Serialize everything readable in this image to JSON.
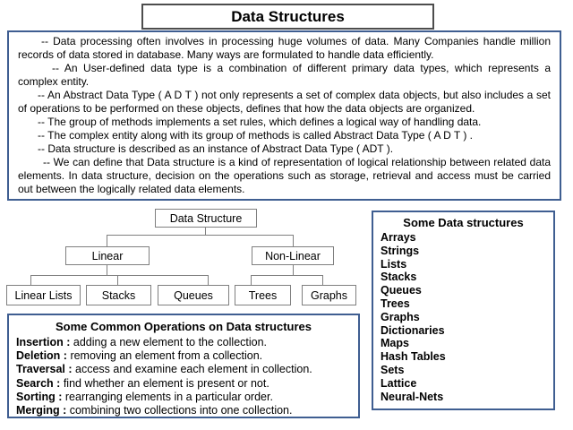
{
  "title": "Data Structures",
  "intro": {
    "paragraphs": [
      "-- Data processing often involves in processing huge volumes of data. Many Companies handle million records of data stored in database. Many ways are formulated to handle data efficiently.",
      "-- An User-defined data type is a combination of different primary data types, which represents a complex entity.",
      "-- An Abstract Data Type ( A D T ) not only represents a set of complex data objects, but also includes a set of operations to be performed on these objects, defines that how the data objects are organized.",
      "-- The group of methods implements a set rules, which defines a logical way of handling data.",
      "-- The complex entity along with its group of methods is called Abstract Data Type ( A D T ) .",
      "-- Data structure is described as an instance of Abstract Data Type ( ADT ).",
      "-- We can define that Data structure is a kind of representation of logical relationship between related data elements. In data structure, decision on the operations such as storage, retrieval and access must be carried out between the logically related data elements."
    ]
  },
  "diagram": {
    "root": "Data Structure",
    "linear": "Linear",
    "nonlinear": "Non-Linear",
    "linear_children": [
      "Linear Lists",
      "Stacks",
      "Queues"
    ],
    "nonlinear_children": [
      "Trees",
      "Graphs"
    ]
  },
  "operations": {
    "title": "Some Common Operations on Data structures",
    "rows": [
      {
        "term": "Insertion :",
        "def": "adding a new element to the collection."
      },
      {
        "term": "Deletion :",
        "def": "removing an element from a collection."
      },
      {
        "term": "Traversal :",
        "def": "access and examine each element in collection."
      },
      {
        "term": "Search :",
        "def": "find whether an element is present or not."
      },
      {
        "term": "Sorting :",
        "def": "rearranging elements in a particular order."
      },
      {
        "term": "Merging :",
        "def": "combining two collections into one collection."
      }
    ]
  },
  "sidebar": {
    "title": "Some Data structures",
    "items": [
      "Arrays",
      "Strings",
      "Lists",
      "Stacks",
      "Queues",
      "Trees",
      "Graphs",
      "Dictionaries",
      "Maps",
      "Hash Tables",
      "Sets",
      "Lattice",
      "Neural-Nets"
    ]
  },
  "colors": {
    "accent_border_blue": "#3f5e91",
    "diagram_gray": "#7f7f7f",
    "title_border_gray": "#4d4d4d",
    "text": "#000000",
    "background": "#ffffff"
  }
}
